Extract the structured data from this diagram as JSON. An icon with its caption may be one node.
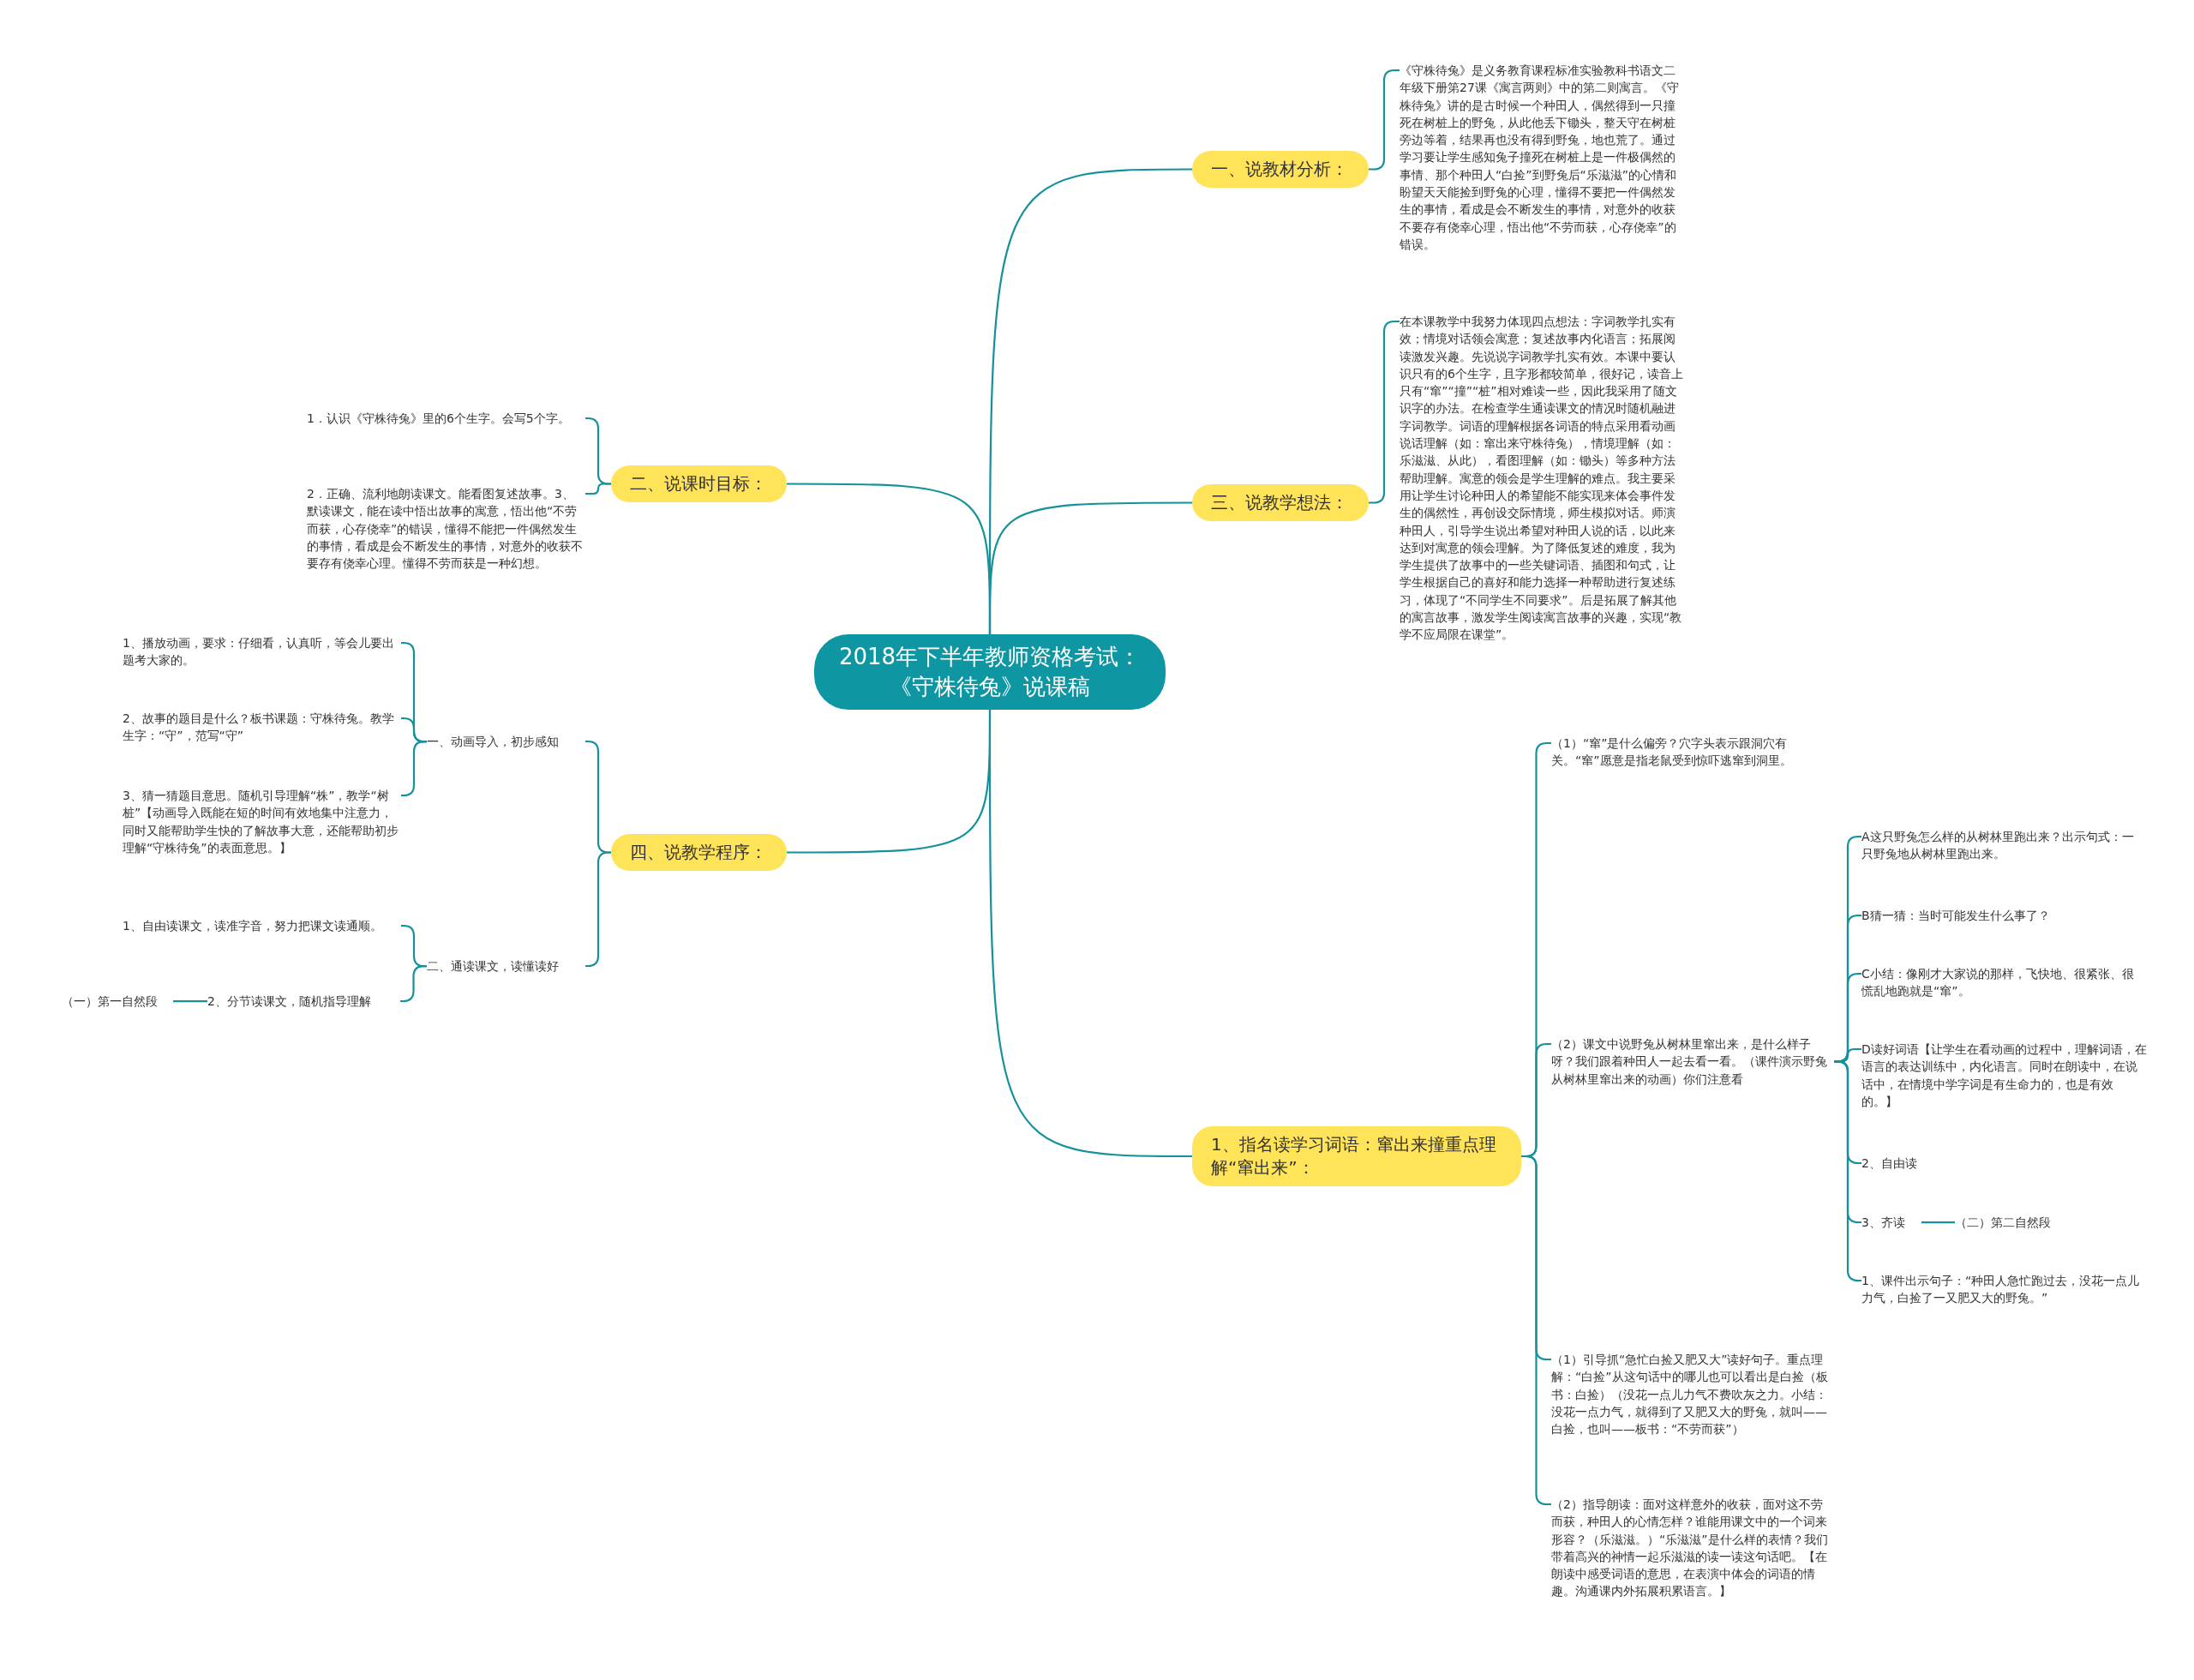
{
  "diagram": {
    "nodes": [
      {
        "text": [
          "2018年下半年教师资格考试：《守株待兔》说课稿"
        ]
      },
      {
        "text": [
          "一、说教材分析："
        ]
      },
      {
        "text": [
          "《守株待兔》是义务教育课程标准实验教科书语文二年级下册第27课《寓言两则》中的第二则寓言。《守株待兔》讲的是古时候一个种田人，偶然得到一只撞死在树桩上的野兔，从此他丢下锄头，整天守在树桩旁边等着，结果再也没有得到野兔，地也荒了。通过学习要让学生感知兔子撞死在树桩上是一件极偶然的事情、那个种田人“白捡”到野兔后“乐滋滋”的心情和盼望天天能捡到野兔的心理，懂得不要把一件偶然发生的事情，看成是会不断发生的事情，对意外的收获不要存有侥幸心理，悟出他“不劳而获，心存侥幸”的错误。"
        ]
      },
      {
        "text": [
          "二、说课时目标："
        ]
      },
      {
        "text": [
          "1．认识《守株待兔》里的6个生字。会写5个字。"
        ]
      },
      {
        "text": [
          "2．正确、流利地朗读课文。能看图复述故事。3、默读课文，能在读中悟出故事的寓意，悟出他“不劳而获，心存侥幸”的错误，懂得不能把一件偶然发生的事情，看成是会不断发生的事情，对意外的收获不要存有侥幸心理。懂得不劳而获是一种幻想。"
        ]
      },
      {
        "text": [
          "三、说教学想法："
        ]
      },
      {
        "text": [
          "在本课教学中我努力体现四点想法：字词教学扎实有效；情境对话领会寓意；复述故事内化语言；拓展阅读激发兴趣。先说说字词教学扎实有效。本课中要认识只有的6个生字，且字形都较简单，很好记，读音上只有“窜”“撞”“桩”相对难读一些，因此我采用了随文识字的办法。在检查学生通读课文的情况时随机融进字词教学。词语的理解根据各词语的特点采用看动画说话理解（如：窜出来守株待兔），情境理解（如：乐滋滋、从此），看图理解（如：锄头）等多种方法帮助理解。寓意的领会是学生理解的难点。我主要采用让学生讨论种田人的希望能不能实现来体会事件发生的偶然性，再创设交际情境，师生模拟对话。师演种田人，引导学生说出希望对种田人说的话，以此来达到对寓意的领会理解。为了降低复述的难度，我为学生提供了故事中的一些关键词语、插图和句式，让学生根据自己的喜好和能力选择一种帮助进行复述练习，体现了“不同学生不同要求”。后是拓展了解其他的寓言故事，激发学生阅读寓言故事的兴趣，实现“教学不应局限在课堂”。"
        ]
      },
      {
        "text": [
          "四、说教学程序："
        ]
      },
      {
        "text": [
          "一、动画导入，初步感知"
        ]
      },
      {
        "text": [
          "1、播放动画，要求：仔细看，认真听，等会儿要出题考大家的。"
        ]
      },
      {
        "text": [
          "2、故事的题目是什么？板书课题：守株待兔。教学生字：“守”，范写“守”"
        ]
      },
      {
        "text": [
          "3、猜一猜题目意思。随机引导理解“株”，教学“树桩”【动画导入既能在短的时间有效地集中注意力，同时又能帮助学生快的了解故事大意，还能帮助初步理解“守株待兔”的表面意思。】"
        ]
      },
      {
        "text": [
          "二、通读课文，读懂读好"
        ]
      },
      {
        "text": [
          "1、自由读课文，读准字音，努力把课文读通顺。"
        ]
      },
      {
        "text": [
          "2、分节读课文，随机指导理解"
        ]
      },
      {
        "text": [
          "（一）第一自然段"
        ]
      },
      {
        "text": [
          "1、指名读学习词语：窜出来撞重点理解“窜出来”："
        ]
      },
      {
        "text": [
          "（1）“窜”是什么偏旁？穴字头表示跟洞穴有关。“窜”愿意是指老鼠受到惊吓逃窜到洞里。"
        ]
      },
      {
        "text": [
          "（2）课文中说野兔从树林里窜出来，是什么样子呀？我们跟着种田人一起去看一看。（课件演示野兔从树林里窜出来的动画）你们注意看"
        ]
      },
      {
        "text": [
          "A这只野兔怎么样的从树林里跑出来？出示句式：一只野兔地从树林里跑出来。"
        ]
      },
      {
        "text": [
          "B猜一猜：当时可能发生什么事了？"
        ]
      },
      {
        "text": [
          "C小结：像刚才大家说的那样，飞快地、很紧张、很慌乱地跑就是“窜”。"
        ]
      },
      {
        "text": [
          "D读好词语【让学生在看动画的过程中，理解词语，在语言的表达训练中，内化语言。同时在朗读中，在说话中，在情境中学字词是有生命力的，也是有效的。】"
        ]
      },
      {
        "text": [
          "2、自由读"
        ]
      },
      {
        "text": [
          "3、齐读"
        ]
      },
      {
        "text": [
          "（二）第二自然段"
        ]
      },
      {
        "text": [
          "1、课件出示句子：“种田人急忙跑过去，没花一点儿力气，白捡了一又肥又大的野兔。”"
        ]
      },
      {
        "text": [
          "（1）引导抓“急忙白捡又肥又大”读好句子。重点理解：“白捡”从这句话中的哪儿也可以看出是白捡（板书：白捡）（没花一点儿力气不费吹灰之力。小结：没花一点力气，就得到了又肥又大的野兔，就叫——白捡，也叫——板书：“不劳而获”）"
        ]
      },
      {
        "text": [
          "（2）指导朗读：面对这样意外的收获，面对这不劳而获，种田人的心情怎样？谁能用课文中的一个词来形容？（乐滋滋。）“乐滋滋”是什么样的表情？我们带着高兴的神情一起乐滋滋的读一读这句话吧。【在朗读中感受词语的意思，在表演中体会的词语的情趣。沟通课内外拓展积累语言。】"
        ]
      }
    ],
    "edges": [
      {
        "from": 0,
        "to": 1,
        "arrow": "none"
      },
      {
        "from": 1,
        "to": 2,
        "arrow": "none"
      },
      {
        "from": 0,
        "to": 3,
        "arrow": "none"
      },
      {
        "from": 3,
        "to": 4,
        "arrow": "none"
      },
      {
        "from": 3,
        "to": 5,
        "arrow": "none"
      },
      {
        "from": 0,
        "to": 6,
        "arrow": "none"
      },
      {
        "from": 6,
        "to": 7,
        "arrow": "none"
      },
      {
        "from": 0,
        "to": 8,
        "arrow": "none"
      },
      {
        "from": 8,
        "to": 9,
        "arrow": "none"
      },
      {
        "from": 9,
        "to": 10,
        "arrow": "none"
      },
      {
        "from": 9,
        "to": 11,
        "arrow": "none"
      },
      {
        "from": 9,
        "to": 12,
        "arrow": "none"
      },
      {
        "from": 8,
        "to": 13,
        "arrow": "none"
      },
      {
        "from": 13,
        "to": 14,
        "arrow": "none"
      },
      {
        "from": 13,
        "to": 15,
        "arrow": "none"
      },
      {
        "from": 15,
        "to": 16,
        "arrow": "none"
      },
      {
        "from": 0,
        "to": 17,
        "arrow": "none"
      },
      {
        "from": 17,
        "to": 18,
        "arrow": "none"
      },
      {
        "from": 17,
        "to": 19,
        "arrow": "none"
      },
      {
        "from": 19,
        "to": 20,
        "arrow": "none"
      },
      {
        "from": 19,
        "to": 21,
        "arrow": "none"
      },
      {
        "from": 19,
        "to": 22,
        "arrow": "none"
      },
      {
        "from": 19,
        "to": 23,
        "arrow": "none"
      },
      {
        "from": 19,
        "to": 24,
        "arrow": "none"
      },
      {
        "from": 19,
        "to": 25,
        "arrow": "none"
      },
      {
        "from": 25,
        "to": 26,
        "arrow": "none"
      },
      {
        "from": 19,
        "to": 27,
        "arrow": "none"
      },
      {
        "from": 17,
        "to": 28,
        "arrow": "none"
      },
      {
        "from": 17,
        "to": 29,
        "arrow": "none"
      }
    ]
  }
}
